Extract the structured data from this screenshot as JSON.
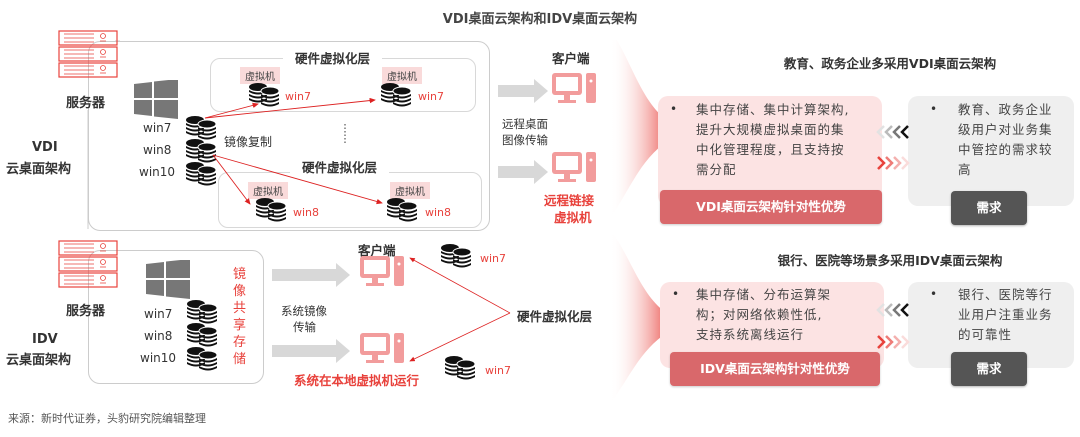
{
  "title": "VDI桌面云架构和IDV桌面云架构",
  "colors": {
    "accent_red": "#e8423c",
    "pink_panel": "#fce3e3",
    "gray_panel": "#efefef",
    "advantage_button": "#d9686b",
    "need_button": "#555555",
    "monitor_pink": "#f29c9c"
  },
  "vdi": {
    "label_line1": "VDI",
    "label_line2": "云桌面架构",
    "server_label": "服务器",
    "server_icon": "server-rack-icon",
    "os_icon": "windows-logo-icon",
    "images": [
      "win7",
      "win8",
      "win10"
    ],
    "mirror_copy_label": "镜像复制",
    "hw_layer_top": "硬件虚拟化层",
    "hw_layer_bottom": "硬件虚拟化层",
    "vm_label": "虚拟机",
    "top_vms": [
      "win7",
      "win7"
    ],
    "bottom_vms": [
      "win8",
      "win8"
    ],
    "client_label": "客户端",
    "transfer_label_line1": "远程桌面",
    "transfer_label_line2": "图像传输",
    "remote_label_line1": "远程链接",
    "remote_label_line2": "虚拟机"
  },
  "idv": {
    "label_line1": "IDV",
    "label_line2": "云桌面架构",
    "server_label": "服务器",
    "images": [
      "win7",
      "win8",
      "win10"
    ],
    "shared_storage_chars": [
      "镜",
      "像",
      "共",
      "享",
      "存",
      "储"
    ],
    "client_label": "客户端",
    "transfer_label_line1": "系统镜像",
    "transfer_label_line2": "传输",
    "local_run_label": "系统在本地虚拟机运行",
    "hw_layer_label": "硬件虚拟化层",
    "client_vms": [
      "win7",
      "win7"
    ]
  },
  "right": {
    "vdi_section": {
      "heading": "教育、政务企业多采用VDI桌面云架构",
      "advantage_text": "集中存储、集中计算架构，提升大规模虚拟桌面的集中化管理程度，且支持按需分配",
      "advantage_lines": [
        "集中存储、集中计算架构,",
        "提升大规模虚拟桌面的集",
        "中化管理程度，且支持按",
        "需分配"
      ],
      "advantage_button": "VDI桌面云架构针对性优势",
      "need_lines": [
        "教育、政务企业",
        "级用户对业务集",
        "中管控的需求较",
        "高"
      ],
      "need_button": "需求"
    },
    "idv_section": {
      "heading": "银行、医院等场景多采用IDV桌面云架构",
      "advantage_lines": [
        "集中存储、分布运算架",
        "构；对网络依赖性低,",
        "支持系统离线运行"
      ],
      "advantage_button": "IDV桌面云架构针对性优势",
      "need_lines": [
        "银行、医院等行",
        "业用户注重业务",
        "的可靠性"
      ],
      "need_button": "需求"
    },
    "bullet": "•"
  },
  "source": "来源：新时代证券，头豹研究院编辑整理"
}
